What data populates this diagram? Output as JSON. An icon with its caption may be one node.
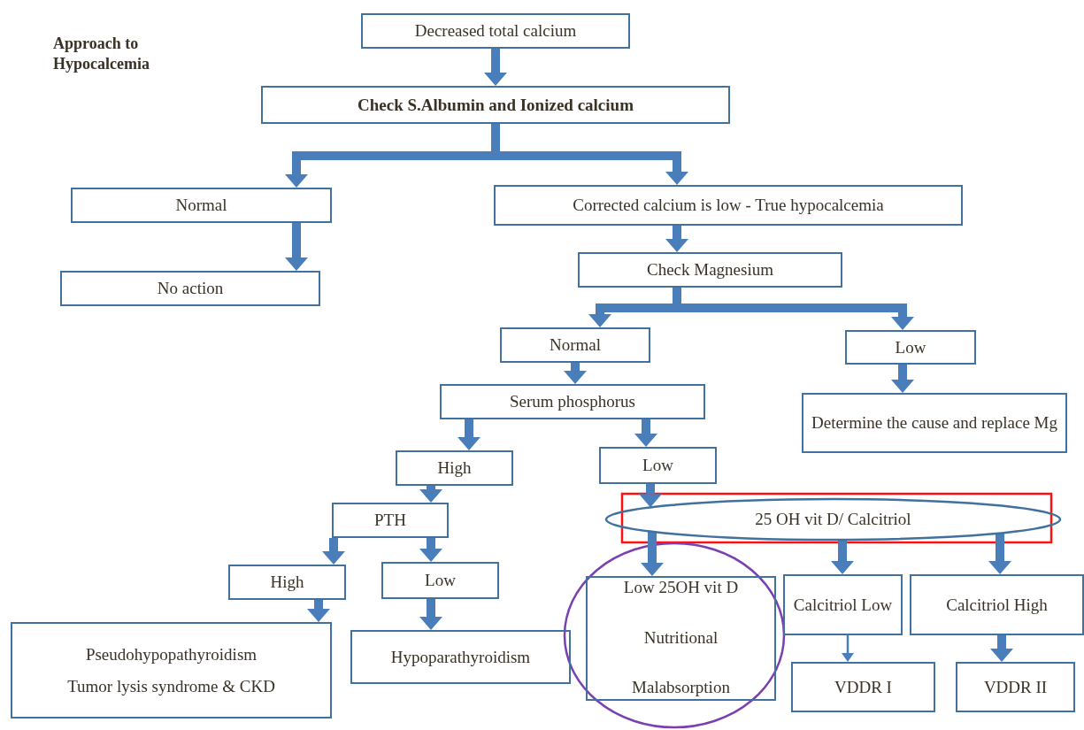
{
  "diagram": {
    "title": "Approach to Hypocalcemia",
    "nodes": [
      {
        "text": [
          "Decreased  total calcium"
        ]
      },
      {
        "text": [
          "Check S.Albumin and Ionized calcium"
        ]
      },
      {
        "text": [
          "Normal"
        ]
      },
      {
        "text": [
          "Corrected calcium is low - True hypocalcemia"
        ]
      },
      {
        "text": [
          "No action"
        ]
      },
      {
        "text": [
          "Check Magnesium"
        ]
      },
      {
        "text": [
          "Normal"
        ]
      },
      {
        "text": [
          "Low"
        ]
      },
      {
        "text": [
          "Serum phosphorus"
        ]
      },
      {
        "text": [
          "Determine the cause and replace Mg"
        ]
      },
      {
        "text": [
          "High"
        ]
      },
      {
        "text": [
          "Low"
        ]
      },
      {
        "text": [
          "PTH"
        ]
      },
      {
        "text": [
          "25 OH vit D/ Calcitriol"
        ]
      },
      {
        "text": [
          "High"
        ]
      },
      {
        "text": [
          "Low"
        ]
      },
      {
        "text": [
          "Low 25OH vit D",
          "Nutritional",
          "Malabsorption"
        ]
      },
      {
        "text": [
          "Calcitriol Low"
        ]
      },
      {
        "text": [
          "Calcitriol High"
        ]
      },
      {
        "text": [
          "Pseudohypopathyroidism",
          "Tumor lysis syndrome & CKD"
        ]
      },
      {
        "text": [
          "Hypoparathyroidism"
        ]
      },
      {
        "text": [
          "VDDR I"
        ]
      },
      {
        "text": [
          "VDDR II"
        ]
      }
    ],
    "edges": [
      {
        "from": 0,
        "to": 1,
        "arrow": "to"
      },
      {
        "from": 1,
        "to": 2,
        "arrow": "to"
      },
      {
        "from": 1,
        "to": 3,
        "arrow": "to"
      },
      {
        "from": 2,
        "to": 4,
        "arrow": "to"
      },
      {
        "from": 3,
        "to": 5,
        "arrow": "to"
      },
      {
        "from": 5,
        "to": 6,
        "arrow": "to"
      },
      {
        "from": 5,
        "to": 7,
        "arrow": "to"
      },
      {
        "from": 6,
        "to": 8,
        "arrow": "to"
      },
      {
        "from": 7,
        "to": 9,
        "arrow": "to"
      },
      {
        "from": 8,
        "to": 10,
        "arrow": "to"
      },
      {
        "from": 8,
        "to": 11,
        "arrow": "to"
      },
      {
        "from": 10,
        "to": 12,
        "arrow": "to"
      },
      {
        "from": 11,
        "to": 13,
        "arrow": "to"
      },
      {
        "from": 12,
        "to": 14,
        "arrow": "to"
      },
      {
        "from": 12,
        "to": 15,
        "arrow": "to"
      },
      {
        "from": 13,
        "to": 16,
        "arrow": "to"
      },
      {
        "from": 13,
        "to": 17,
        "arrow": "to"
      },
      {
        "from": 13,
        "to": 18,
        "arrow": "to"
      },
      {
        "from": 14,
        "to": 19,
        "arrow": "to"
      },
      {
        "from": 15,
        "to": 20,
        "arrow": "to"
      },
      {
        "from": 17,
        "to": 21,
        "arrow": "to"
      },
      {
        "from": 18,
        "to": 22,
        "arrow": "to"
      }
    ]
  }
}
